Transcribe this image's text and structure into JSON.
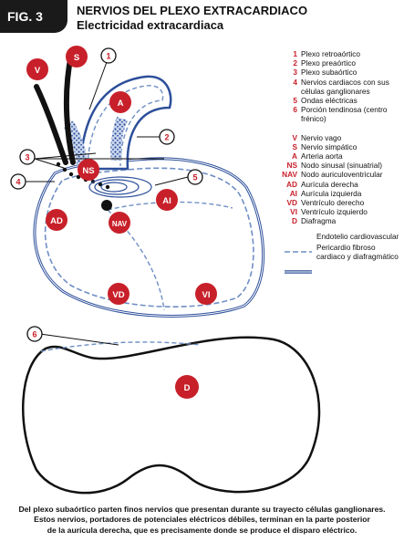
{
  "header": {
    "fig_label": "FIG. 3",
    "title": "NERVIOS DEL PLEXO EXTRACARDIACO",
    "subtitle": "Electricidad extracardiaca"
  },
  "diagram_labels": {
    "V": "V",
    "S": "S",
    "A": "A",
    "NS": "NS",
    "AI": "AI",
    "AD": "AD",
    "NAV": "NAV",
    "VD": "VD",
    "VI": "VI",
    "D": "D"
  },
  "callouts": [
    "1",
    "2",
    "3",
    "4",
    "5",
    "6"
  ],
  "legend": {
    "numbered": [
      {
        "key": "1",
        "text": "Plexo retroaórtico"
      },
      {
        "key": "2",
        "text": "Plexo preaórtico"
      },
      {
        "key": "3",
        "text": "Plexo subaórtico"
      },
      {
        "key": "4",
        "text": "Nervios cardiacos con sus células ganglionares"
      },
      {
        "key": "5",
        "text": "Ondas eléctricas"
      },
      {
        "key": "6",
        "text": "Porción tendinosa (centro frénico)"
      }
    ],
    "lettered": [
      {
        "key": "V",
        "text": "Nervio vago"
      },
      {
        "key": "S",
        "text": "Nervio simpático"
      },
      {
        "key": "A",
        "text": "Arteria aorta"
      },
      {
        "key": "NS",
        "text": "Nodo sinusal (sinuatrial)"
      },
      {
        "key": "NAV",
        "text": "Nodo auriculoventricular"
      },
      {
        "key": "AD",
        "text": "Aurícula derecha"
      },
      {
        "key": "AI",
        "text": "Aurícula izquierda"
      },
      {
        "key": "VD",
        "text": "Ventrículo derecho"
      },
      {
        "key": "VI",
        "text": "Ventrículo izquierdo"
      },
      {
        "key": "D",
        "text": "Diafragma"
      }
    ],
    "lines": [
      {
        "text": "Endotelio cardiovascular"
      },
      {
        "text": "Pericardio fibroso cardiaco y diafragmático"
      }
    ]
  },
  "caption": {
    "line1": "Del plexo subaórtico parten finos nervios que presentan durante su trayecto células ganglionares.",
    "line2": "Estos nervios, portadores de potenciales eléctricos débiles, terminan en la parte posterior",
    "line3": "de la aurícula derecha, que es precisamente donde se produce el disparo eléctrico."
  },
  "colors": {
    "accent_red": "#c8202a",
    "endothelium_blue": "#6f8fc4",
    "pericardium_blue": "#2d4f9a",
    "nerve_black": "#111111"
  }
}
